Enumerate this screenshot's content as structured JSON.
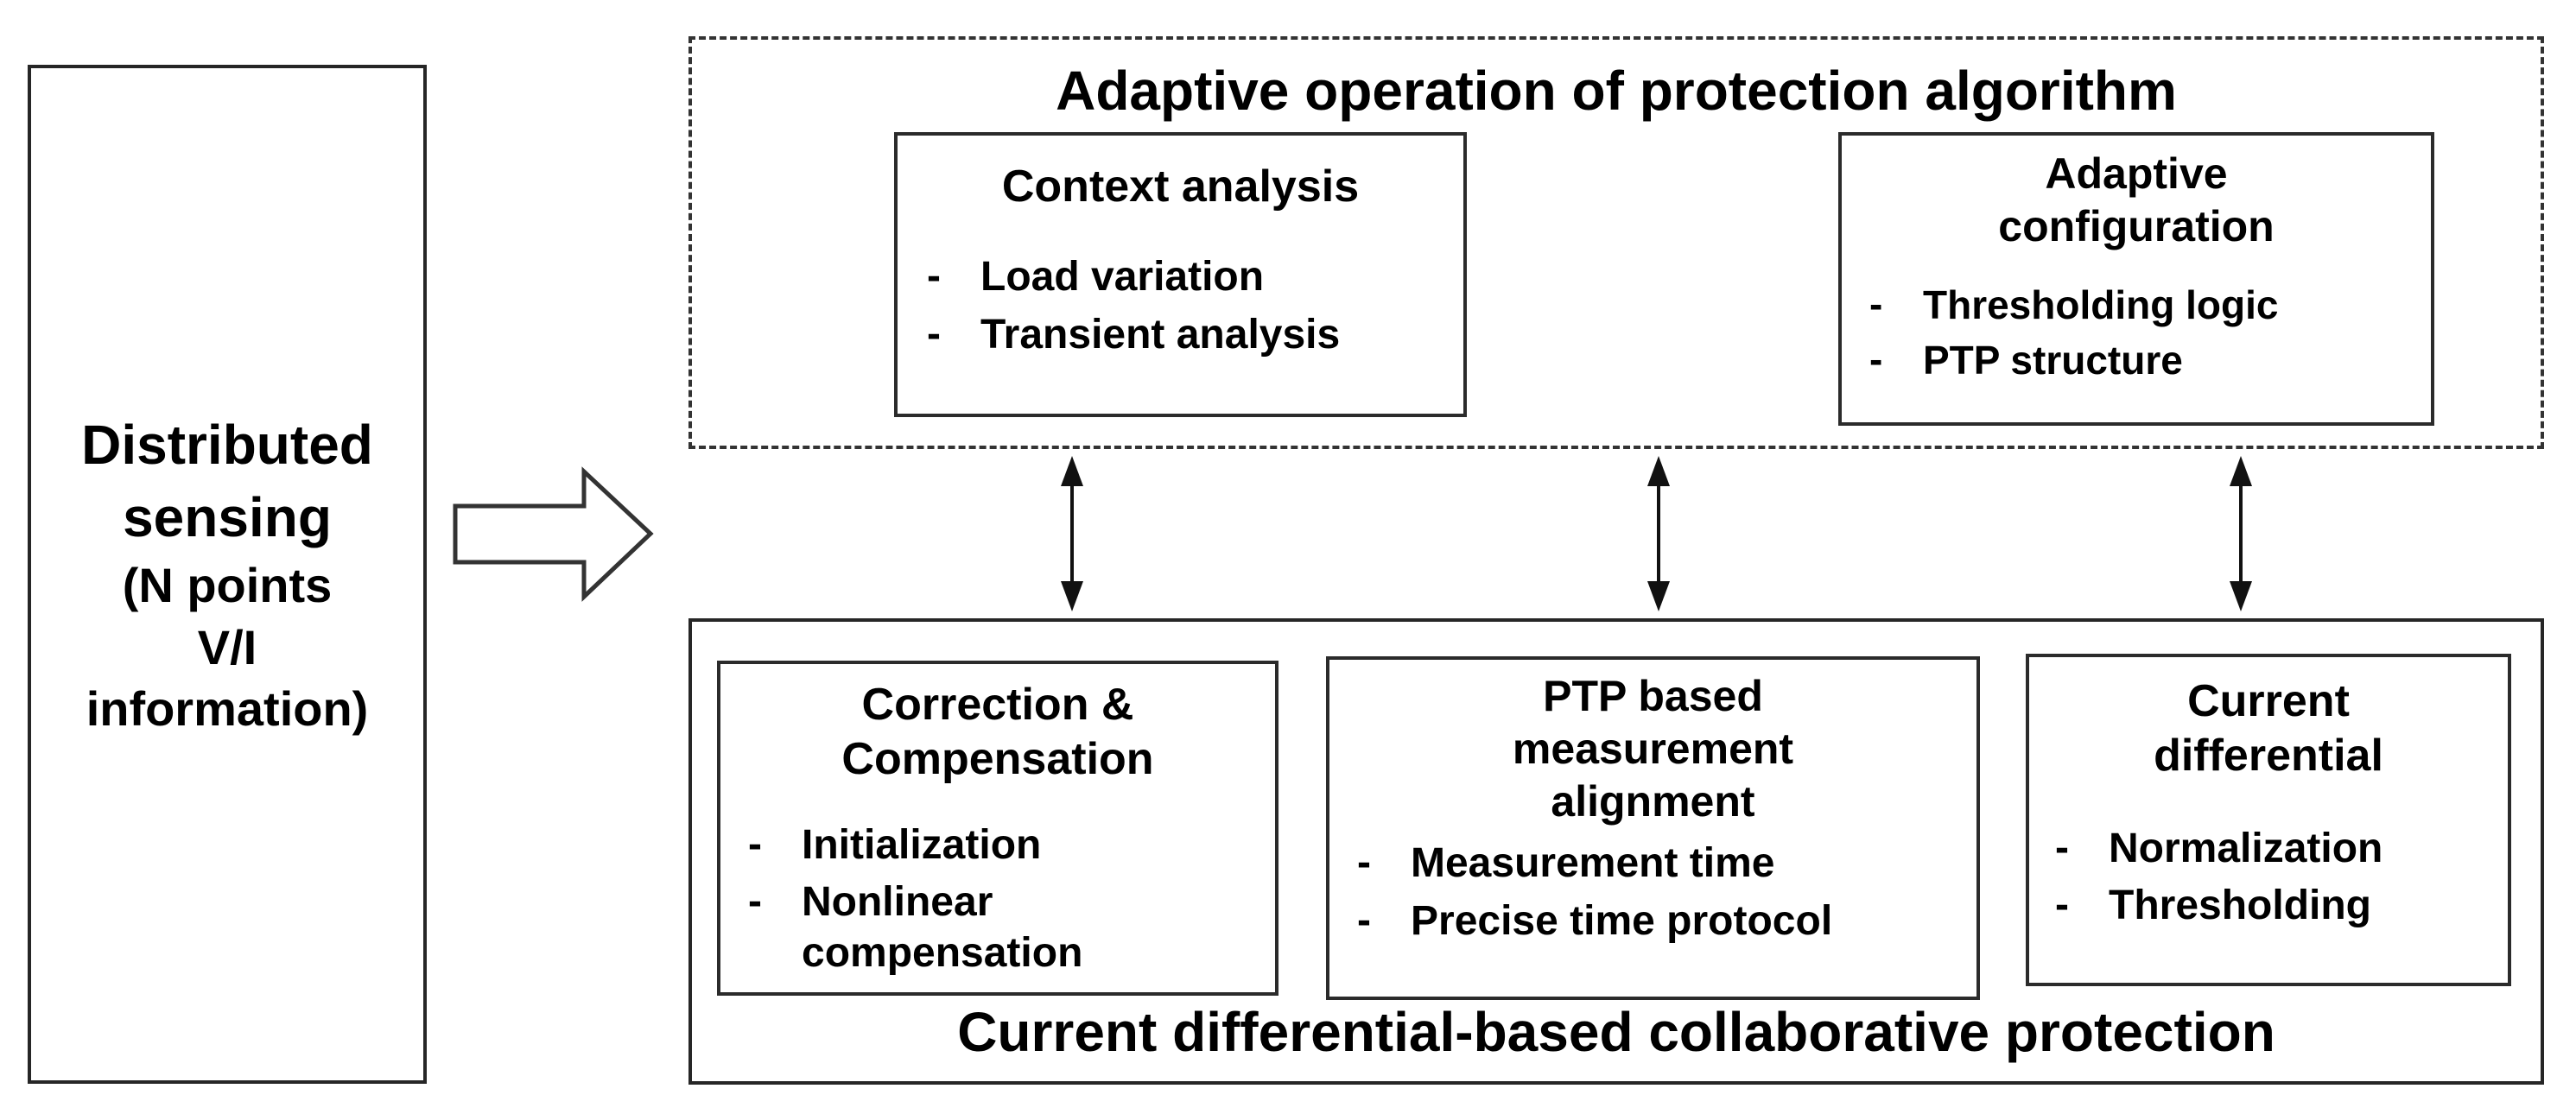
{
  "left_panel": {
    "title": "Distributed\nsensing",
    "subtitle": "(N points\nV/I\ninformation)"
  },
  "bullet": {
    "dash": "-"
  },
  "top_section": {
    "title": "Adaptive operation of protection algorithm",
    "boxes": [
      {
        "title": "Context analysis",
        "items": [
          "Load variation",
          "Transient analysis"
        ]
      },
      {
        "title": "Adaptive\nconfiguration",
        "items": [
          "Thresholding logic",
          "PTP structure"
        ]
      }
    ]
  },
  "bottom_section": {
    "title": "Current differential-based collaborative protection",
    "boxes": [
      {
        "title": "Correction &\nCompensation",
        "items": [
          "Initialization",
          "Nonlinear\ncompensation"
        ]
      },
      {
        "title": "PTP based\nmeasurement\nalignment",
        "items": [
          "Measurement time",
          "Precise time protocol"
        ]
      },
      {
        "title": "Current\ndifferential",
        "items": [
          "Normalization",
          "Thresholding"
        ]
      }
    ]
  },
  "colors": {
    "border": "#262626",
    "text": "#000000",
    "background": "#ffffff"
  }
}
